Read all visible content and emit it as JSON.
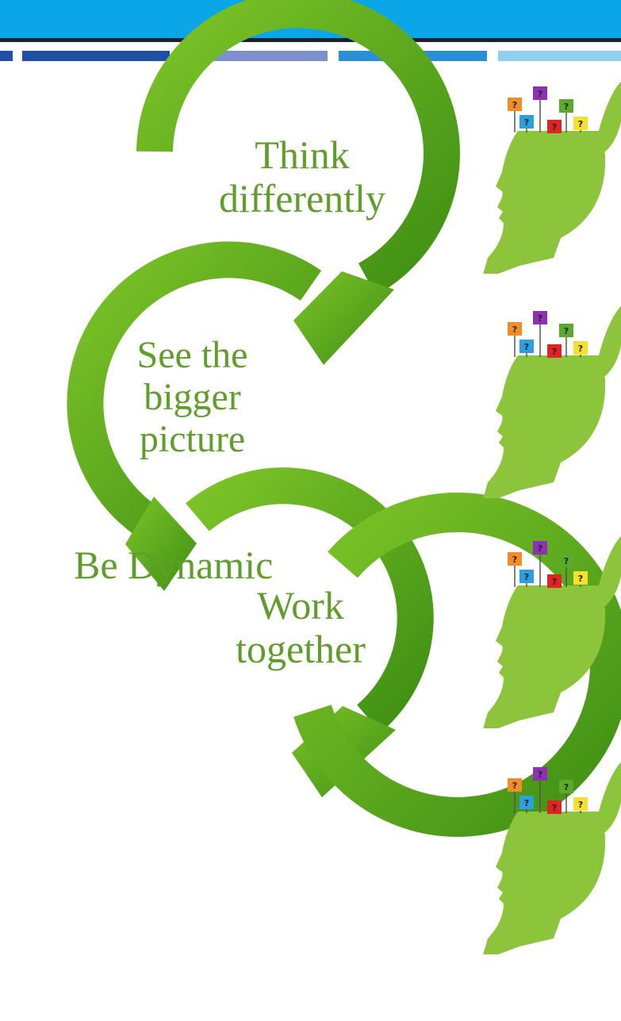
{
  "header": {
    "band_color": "#0aa6e8",
    "segment_colors": [
      "#1f4fa8",
      "#1f4fa8",
      "#7d8fcf",
      "#2a8fd8",
      "#8fd0f2"
    ]
  },
  "steps": [
    {
      "text": "Think\ndifferently"
    },
    {
      "text": "See the\nbigger\npicture"
    },
    {
      "text": "Work\ntogether"
    },
    {
      "text": "Be Dynamic"
    }
  ],
  "arrow_colors": {
    "light": "#7cc428",
    "dark": "#3f8f14"
  },
  "head_icon": {
    "name": "open-head-question-icon",
    "count": 4,
    "sticky_notes": [
      {
        "color": "#f28c28",
        "label": "?"
      },
      {
        "color": "#8e2fb4",
        "label": "?"
      },
      {
        "color": "#5aaa2c",
        "label": "?"
      },
      {
        "color": "#2aa0e0",
        "label": "?"
      },
      {
        "color": "#e02424",
        "label": "?"
      },
      {
        "color": "#f5e12a",
        "label": "?"
      }
    ]
  }
}
